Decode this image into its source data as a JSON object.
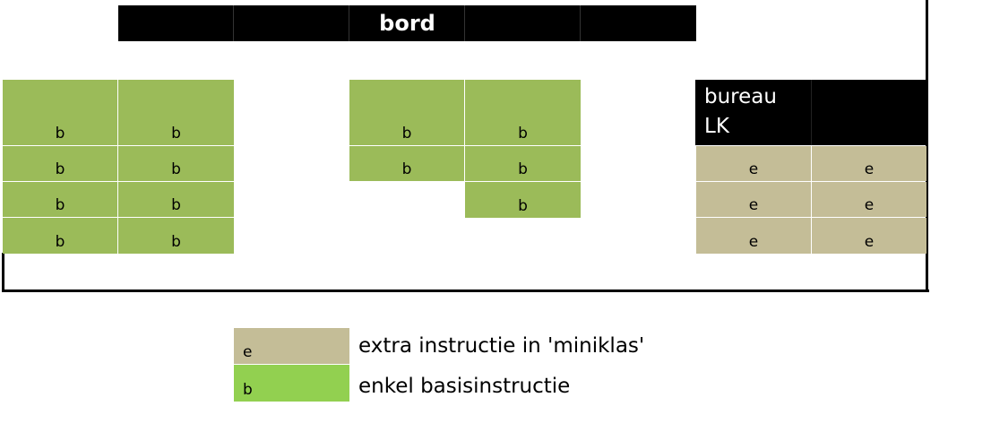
{
  "board": {
    "label": "bord"
  },
  "bureau": {
    "line1": "bureau",
    "line2": "LK"
  },
  "desks": {
    "basic_label": "b",
    "extra_label": "e"
  },
  "legend": {
    "items": [
      {
        "symbol": "e",
        "text": "extra instructie in 'miniklas'",
        "color": "#c4bd97"
      },
      {
        "symbol": "b",
        "text": "enkel basisinstructie",
        "color": "#92d050"
      }
    ]
  },
  "colors": {
    "basic": "#9bbb59",
    "extra": "#c4bd97",
    "board": "#000000"
  }
}
